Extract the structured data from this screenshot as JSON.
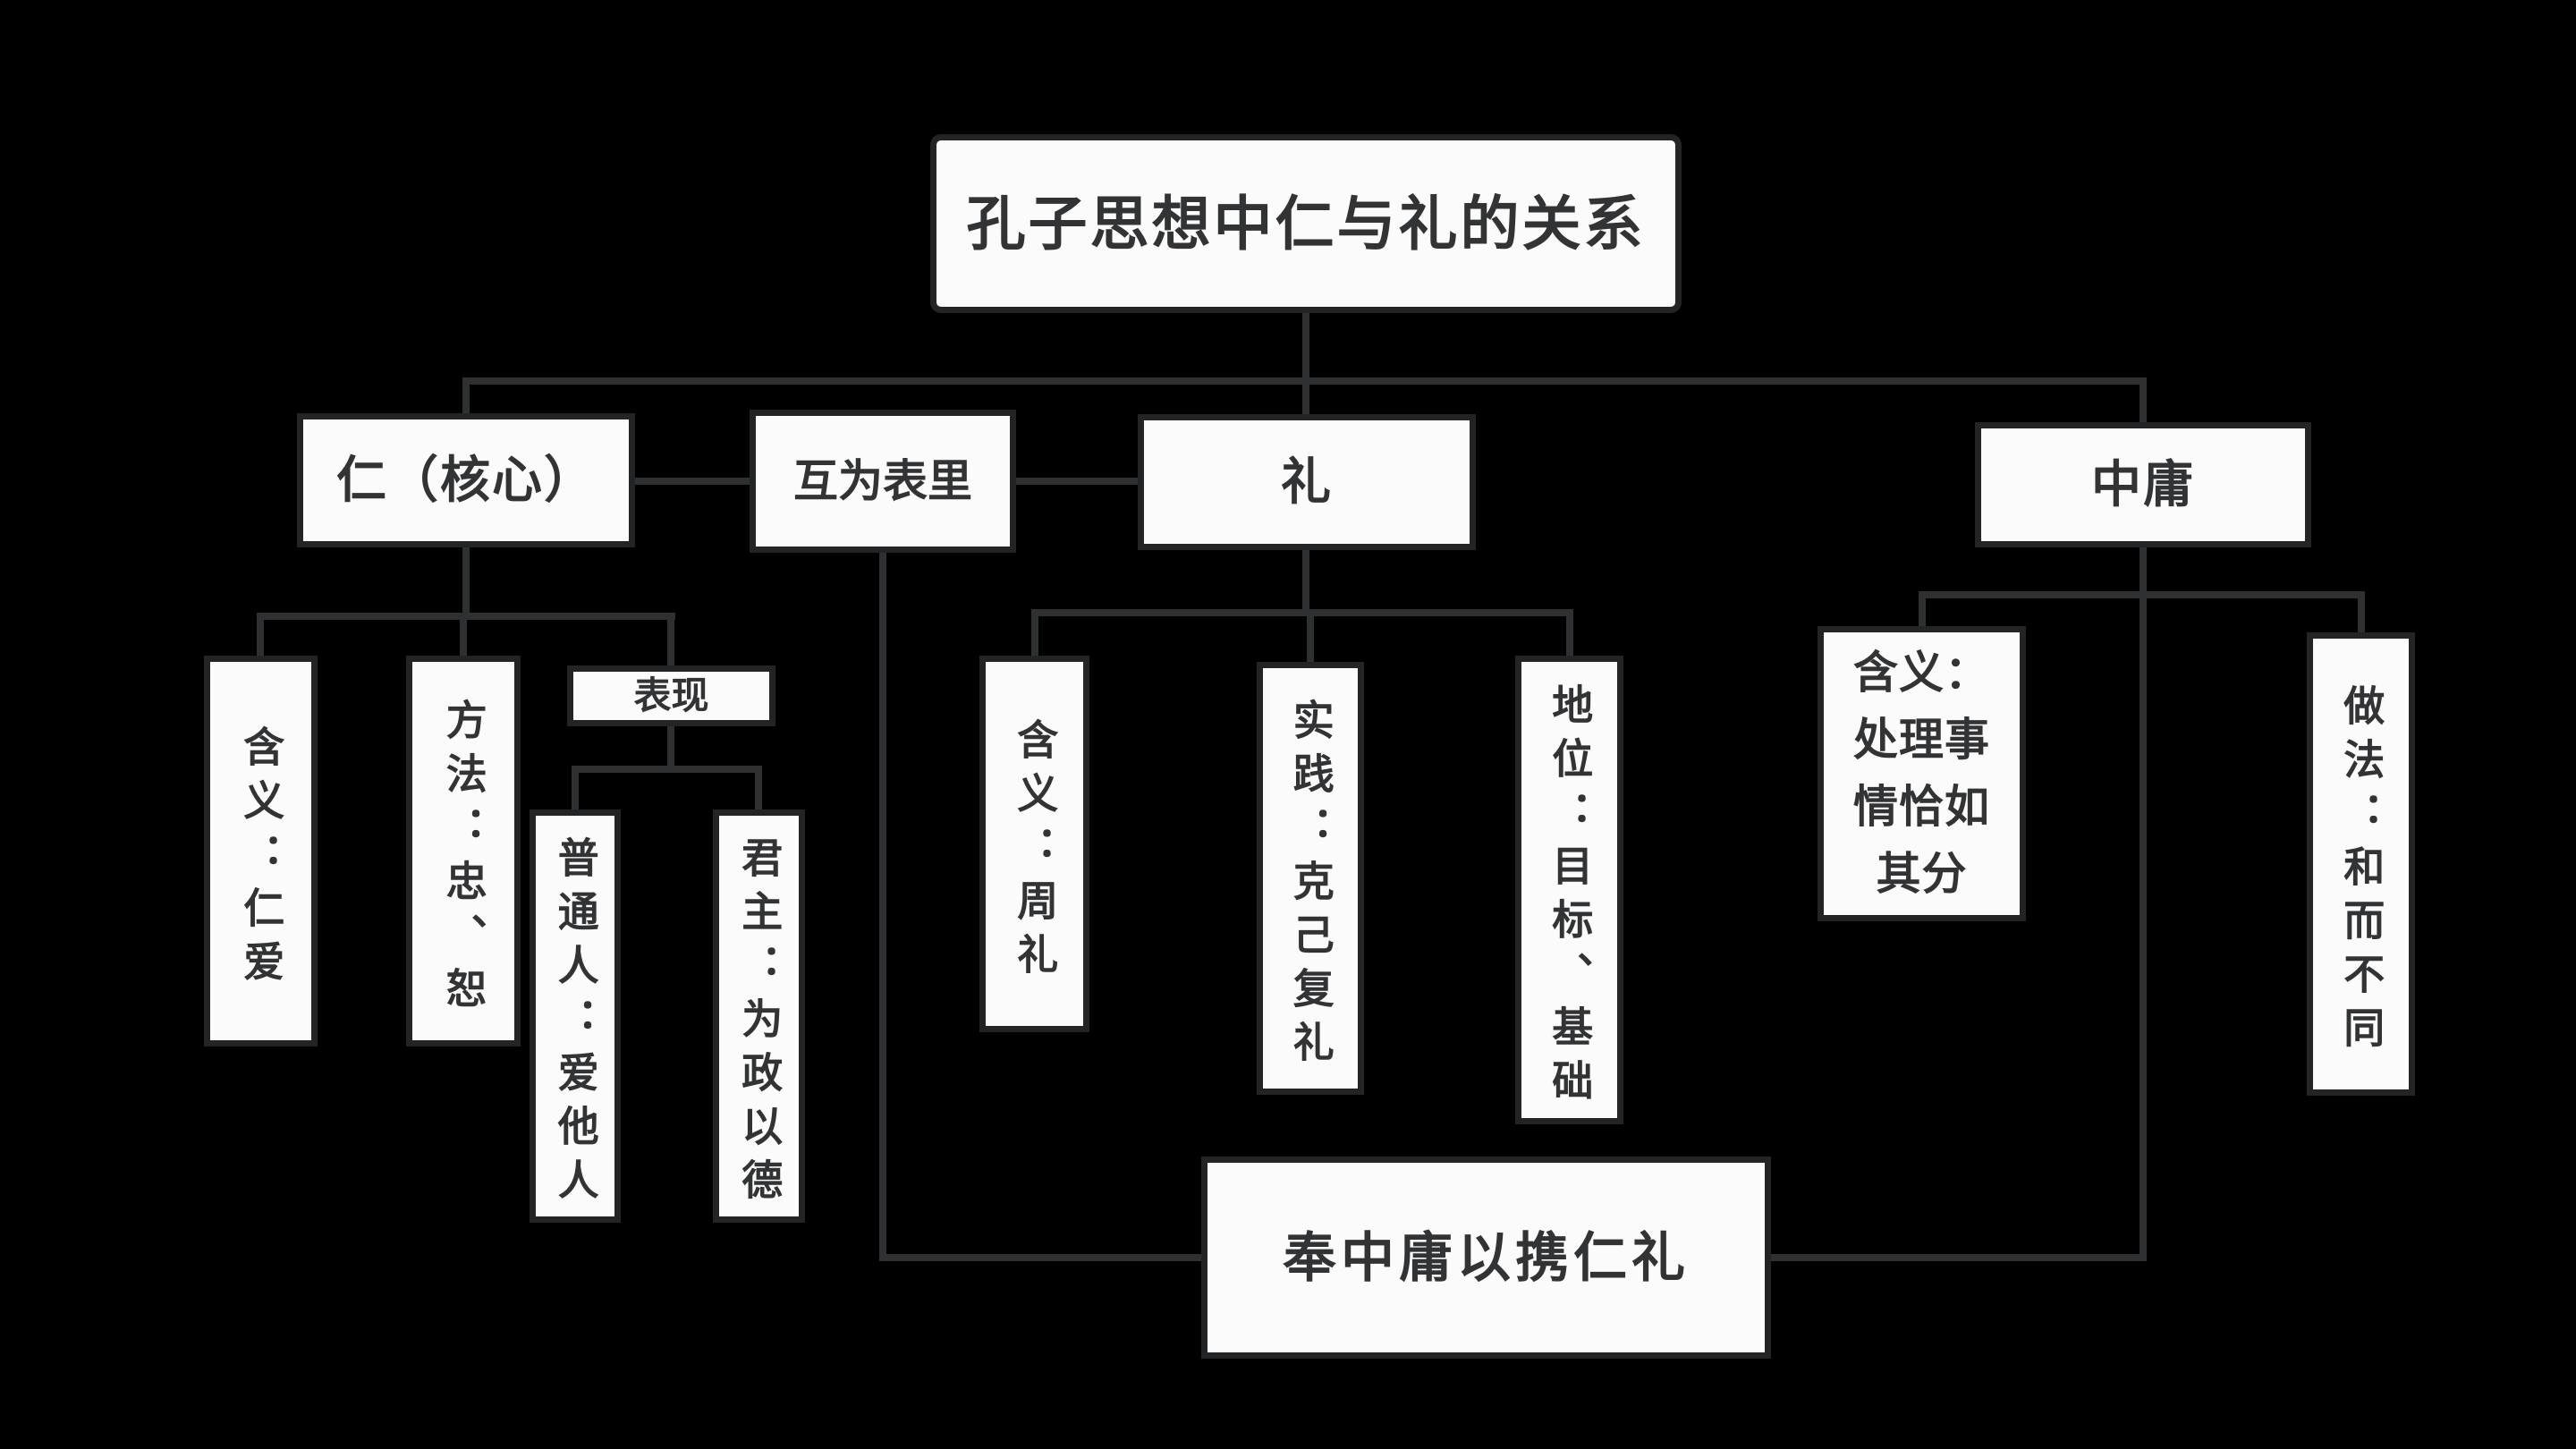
{
  "diagram": {
    "title": "孔子思想中仁与礼的关系",
    "nodes": {
      "ren_core": "仁（核心）",
      "mutual_relation": "互为表里",
      "li": "礼",
      "zhongyong": "中庸",
      "ren_meaning": "含义：仁爱",
      "ren_method": "方法：忠、恕",
      "manifestation": "表现",
      "common_people": "普通人：爱他人",
      "monarch": "君主：为政以德",
      "li_meaning": "含义：周礼",
      "li_practice": "实践：克己复礼",
      "li_status": "地位：目标、基础",
      "zy_meaning": "含义：\n处理事\n情恰如\n其分",
      "zy_approach": "做法：和而不同",
      "bottom_summary": "奉中庸以携仁礼"
    },
    "colors": {
      "background": "#000000",
      "box_fill": "#fbfbfb",
      "box_border": "#232425",
      "line": "#2f3032",
      "text": "#323335"
    }
  }
}
